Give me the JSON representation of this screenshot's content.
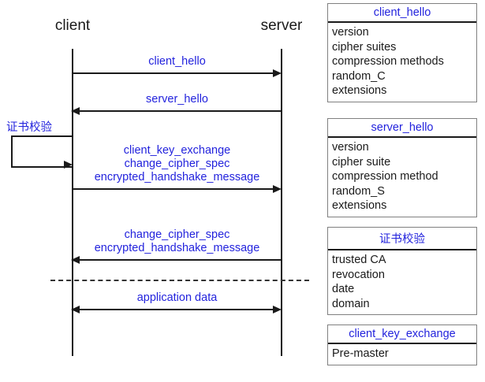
{
  "diagram": {
    "actors": {
      "client": "client",
      "server": "server"
    },
    "messages": [
      {
        "id": "client-hello",
        "label": "client_hello",
        "direction": "right"
      },
      {
        "id": "server-hello",
        "label": "server_hello",
        "direction": "left"
      },
      {
        "id": "client-key-exchange-group",
        "line1": "client_key_exchange",
        "line2": "change_cipher_spec",
        "line3": "encrypted_handshake_message",
        "direction": "right"
      },
      {
        "id": "server-finish-group",
        "line1": "change_cipher_spec",
        "line2": "encrypted_handshake_message",
        "direction": "left"
      },
      {
        "id": "application-data",
        "label": "application data",
        "direction": "both"
      }
    ],
    "self_action": {
      "label": "证书校验"
    }
  },
  "info_boxes": [
    {
      "id": "client-hello",
      "title": "client_hello",
      "items": [
        "version",
        "cipher suites",
        "compression methods",
        "random_C",
        "extensions"
      ]
    },
    {
      "id": "server-hello",
      "title": "server_hello",
      "items": [
        "version",
        "cipher suite",
        "compression method",
        "random_S",
        "extensions"
      ]
    },
    {
      "id": "cert-verify",
      "title": "证书校验",
      "items": [
        "trusted CA",
        "revocation",
        "date",
        "domain"
      ]
    },
    {
      "id": "client-key-exchange",
      "title": "client_key_exchange",
      "items": [
        "Pre-master"
      ]
    }
  ],
  "colors": {
    "message_text": "#2323dd",
    "line": "#1a1a1a",
    "box_border": "#808080"
  }
}
